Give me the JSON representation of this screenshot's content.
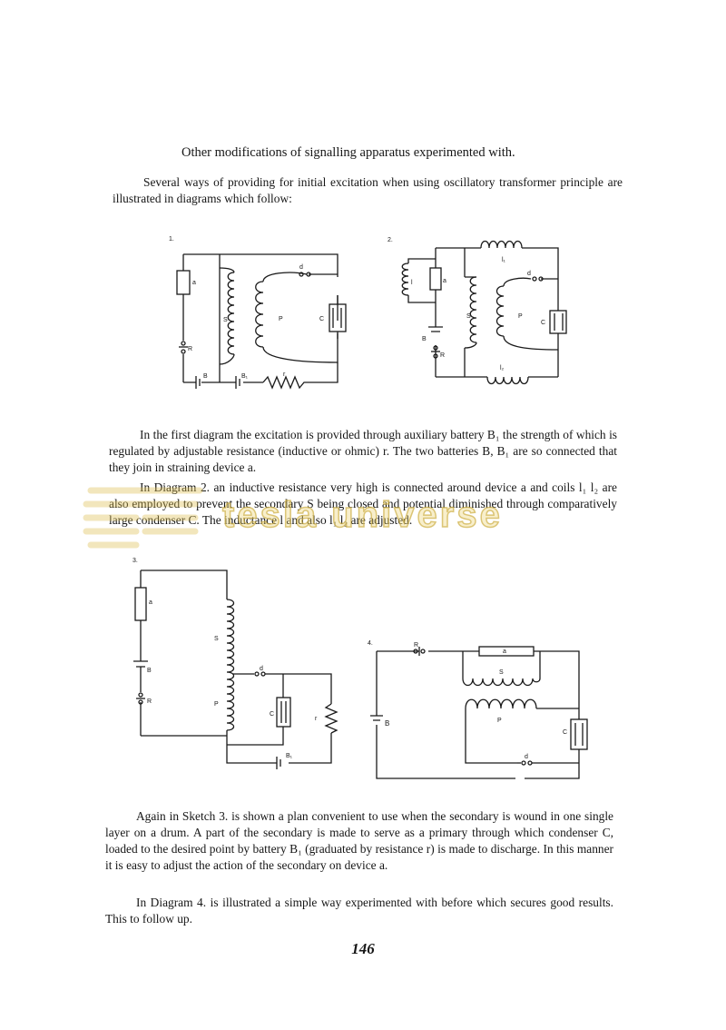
{
  "heading": "Other modifications of signalling apparatus experimented with.",
  "intro": "Several ways of providing for initial excitation when using oscillatory transformer principle are illustrated in diagrams which follow:",
  "paragraph1": "In the first diagram the excitation is provided through auxiliary battery B₁ the strength of which is regulated by adjustable resistance (inductive or ohmic) r. The two batteries B, B₁ are so connected that they join in straining device a.",
  "paragraph2": "In Diagram 2. an inductive resistance very high is connected around device a and coils l₁ l₂ are also employed to prevent the secondary S being closed and potential diminished through comparatively large condenser C. The inductance l and also l₁ l₂ are adjusted.",
  "paragraph3": "Again in Sketch 3. is shown a plan convenient to use when the secondary is wound in one single layer on a drum. A part of the secondary is made to serve as a primary through which condenser C, loaded to the desired point by battery B₁ (graduated by resistance r) is made to discharge. In this manner it is easy to adjust the action of the secondary on device a.",
  "paragraph4": "In Diagram 4. is illustrated a simple way experimented with before which secures good results. This to follow up.",
  "page_number": "146",
  "watermark": "tesla universe",
  "diagram1": {
    "number": "1.",
    "a": "a",
    "S": "S",
    "P": "P",
    "d": "d",
    "C": "C",
    "R": "R",
    "B": "B",
    "B1": "B₁",
    "r": "r"
  },
  "diagram2": {
    "number": "2.",
    "l": "l",
    "a": "a",
    "l1": "l₁",
    "l2": "l₂",
    "S": "S",
    "P": "P",
    "d": "d",
    "C": "C",
    "B": "B",
    "R": "R"
  },
  "diagram3": {
    "number": "3.",
    "a": "a",
    "S": "S",
    "B": "B",
    "R": "R",
    "P": "P",
    "d": "d",
    "C": "C",
    "r": "r",
    "B1": "B₁"
  },
  "diagram4": {
    "number": "4.",
    "R": "R",
    "a": "a",
    "S": "S",
    "P": "P",
    "B": "B",
    "C": "C",
    "d": "d"
  }
}
